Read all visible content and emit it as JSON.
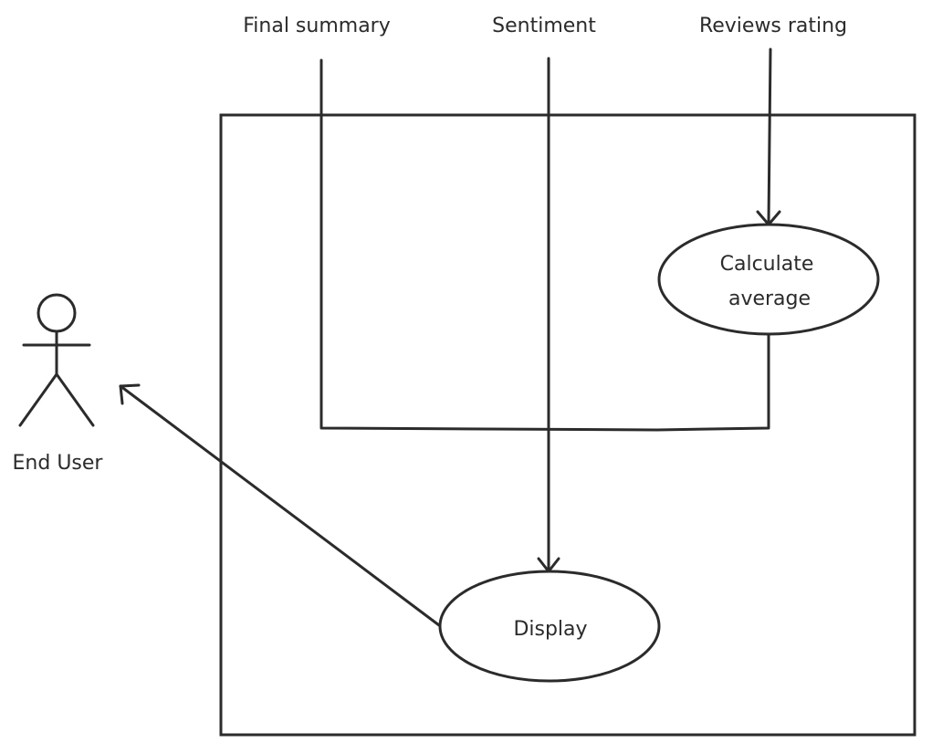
{
  "diagram": {
    "inputs": {
      "final_summary": "Final summary",
      "sentiment": "Sentiment",
      "reviews_rating": "Reviews rating"
    },
    "use_cases": {
      "calculate_average": {
        "line1": "Calculate",
        "line2": "average"
      },
      "display": "Display"
    },
    "actor": {
      "name": "End User"
    }
  },
  "colors": {
    "stroke": "#2b2b2b",
    "background": "#ffffff"
  }
}
